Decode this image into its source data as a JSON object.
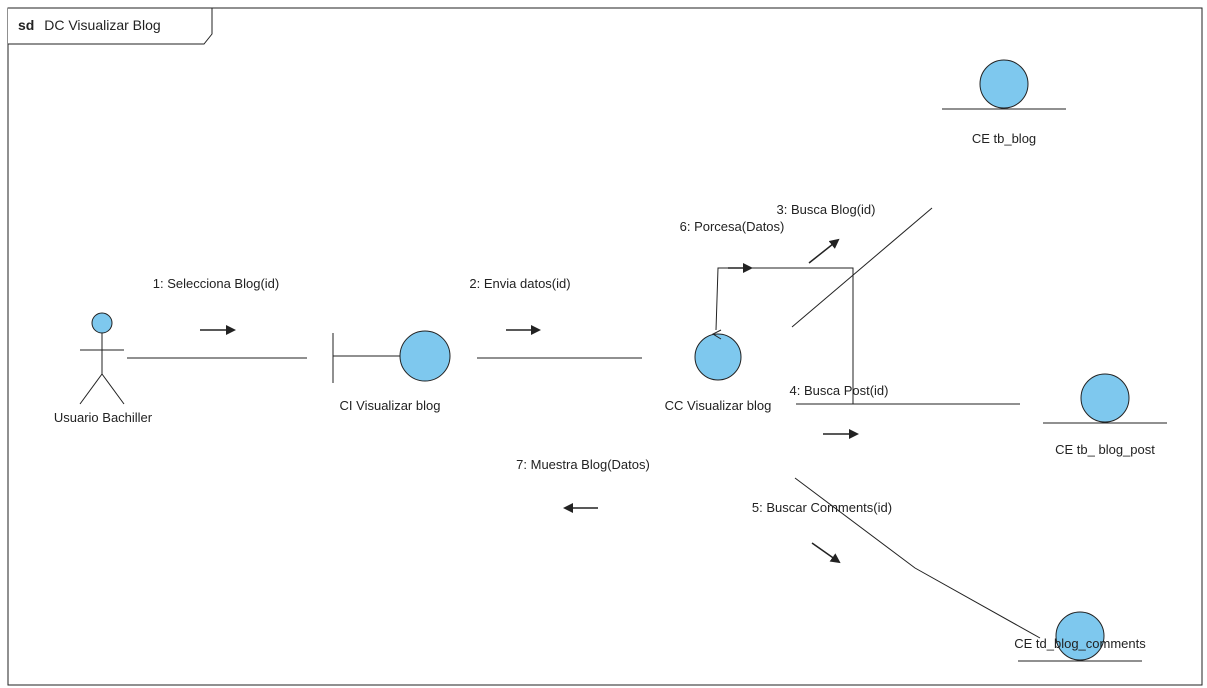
{
  "frame": {
    "keyword": "sd",
    "name": "DC Visualizar Blog"
  },
  "colors": {
    "object_fill": "#7ec8ee",
    "line": "#222222",
    "background": "#ffffff"
  },
  "objects": {
    "actor": {
      "name": "Usuario Bachiller",
      "kind": "actor"
    },
    "boundary": {
      "name": "CI Visualizar blog",
      "kind": "boundary"
    },
    "control": {
      "name": "CC Visualizar blog",
      "kind": "control"
    },
    "entity_blog": {
      "name": "CE tb_blog",
      "kind": "entity"
    },
    "entity_post": {
      "name": "CE tb_ blog_post",
      "kind": "entity"
    },
    "entity_comments": {
      "name": "CE td_blog_comments",
      "kind": "entity"
    }
  },
  "messages": {
    "m1": {
      "label": "1: Selecciona Blog(id)",
      "direction": "right"
    },
    "m2": {
      "label": "2: Envia datos(id)",
      "direction": "right"
    },
    "m3": {
      "label": "3: Busca Blog(id)",
      "direction": "up-right"
    },
    "m4": {
      "label": "4: Busca Post(id)",
      "direction": "right"
    },
    "m5": {
      "label": "5: Buscar Comments(id)",
      "direction": "down-right"
    },
    "m6": {
      "label": "6: Porcesa(Datos)",
      "direction": "right"
    },
    "m7": {
      "label": "7: Muestra Blog(Datos)",
      "direction": "left"
    }
  }
}
